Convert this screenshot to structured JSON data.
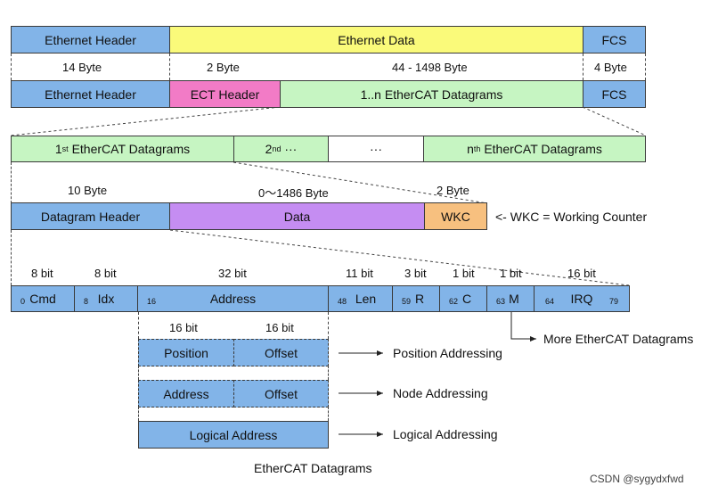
{
  "row1": {
    "eth_header": "Ethernet Header",
    "eth_data": "Ethernet Data",
    "fcs": "FCS"
  },
  "sizes1": {
    "a": "14 Byte",
    "b": "2 Byte",
    "c": "44 - 1498 Byte",
    "d": "4 Byte"
  },
  "row2": {
    "eth_header": "Ethernet Header",
    "ect_header": "ECT Header",
    "datagrams": "1..n EtherCAT Datagrams",
    "fcs": "FCS"
  },
  "row3": {
    "first_sup": "st",
    "first_text": " EtherCAT Datagrams",
    "first_num": "1",
    "second_num": "2",
    "second_sup": "nd",
    "second_dots": " ···",
    "dots": "···",
    "nth_num": "n",
    "nth_sup": "th",
    "nth_text": " EtherCAT Datagrams"
  },
  "sizes2": {
    "a": "10 Byte",
    "b": "0～1486 Byte",
    "c": "2 Byte"
  },
  "row4": {
    "dg_header": "Datagram Header",
    "data": "Data",
    "wkc": "WKC",
    "wkc_note": "<- WKC = Working Counter"
  },
  "bits": {
    "cmd": "8 bit",
    "idx": "8 bit",
    "addr": "32 bit",
    "len": "11 bit",
    "r": "3 bit",
    "c": "1 bit",
    "m": "1 bit",
    "irq": "16 bit"
  },
  "row5": {
    "cmd": "Cmd",
    "cmd_off": "0",
    "idx": "Idx",
    "idx_off": "8",
    "addr": "Address",
    "addr_off": "16",
    "len": "Len",
    "len_off": "48",
    "r": "R",
    "r_off": "59",
    "c": "C",
    "c_off": "62",
    "m": "M",
    "m_off": "63",
    "irq": "IRQ",
    "irq_off": "64",
    "end_off": "79"
  },
  "more": "More EtherCAT Datagrams",
  "addr_bits": {
    "a": "16 bit",
    "b": "16 bit"
  },
  "pos_row": {
    "left": "Position",
    "right": "Offset",
    "label": "Position Addressing"
  },
  "node_row": {
    "left": "Address",
    "right": "Offset",
    "label": "Node Addressing"
  },
  "log_row": {
    "box": "Logical Address",
    "label": "Logical Addressing"
  },
  "caption": "EtherCAT Datagrams",
  "watermark": "CSDN @sygydxfwd"
}
